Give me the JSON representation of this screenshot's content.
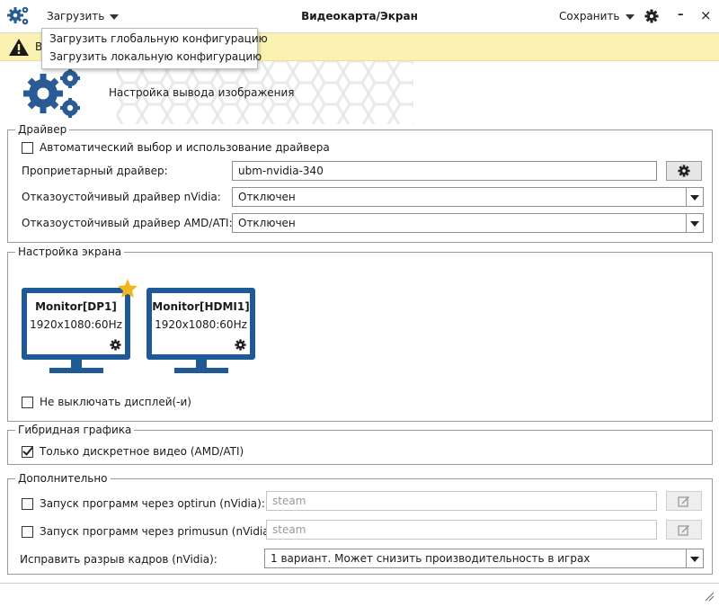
{
  "window": {
    "title": "Видеокарта/Экран",
    "load_menu": "Загрузить",
    "save_menu": "Сохранить",
    "minimize": "–",
    "close": "×"
  },
  "load_dropdown": {
    "items": [
      "Загрузить глобальную конфигурацию",
      "Загрузить локальную конфигурацию"
    ]
  },
  "warning": {
    "visible_text": "В"
  },
  "header": {
    "title": "Настройка вывода изображения"
  },
  "driver": {
    "legend": "Драйвер",
    "auto_label": "Автоматический выбор и использование драйвера",
    "auto_checked": false,
    "proprietary_label": "Проприетарный драйвер:",
    "proprietary_value": "ubm-nvidia-340",
    "nvidia_failsafe_label": "Отказоустойчивый драйвер nVidia:",
    "nvidia_failsafe_value": "Отключен",
    "amd_failsafe_label": "Отказоустойчивый драйвер AMD/ATI:",
    "amd_failsafe_value": "Отключен"
  },
  "screen": {
    "legend": "Настройка экрана",
    "monitors": [
      {
        "name": "Monitor[DP1]",
        "mode": "1920x1080:60Hz",
        "primary": true
      },
      {
        "name": "Monitor[HDMI1]",
        "mode": "1920x1080:60Hz",
        "primary": false
      }
    ],
    "keep_on_label": "Не выключать дисплей(-и)",
    "keep_on_checked": false
  },
  "hybrid": {
    "legend": "Гибридная графика",
    "discrete_label": "Только дискретное видео (AMD/ATI)",
    "discrete_checked": true
  },
  "advanced": {
    "legend": "Дополнительно",
    "optirun_label": "Запуск программ через optirun (nVidia):",
    "optirun_checked": false,
    "optirun_placeholder": "steam",
    "primusun_label": "Запуск программ через primusun (nVidia):",
    "primusun_checked": false,
    "primusun_placeholder": "steam",
    "tearing_label": "Исправить разрыв кадров (nVidia):",
    "tearing_value": "1 вариант. Может снизить производительность в играх"
  },
  "colors": {
    "monitor": "#1f5a97",
    "star": "#f2b51b",
    "warning_bg": "#fbf2b2"
  }
}
